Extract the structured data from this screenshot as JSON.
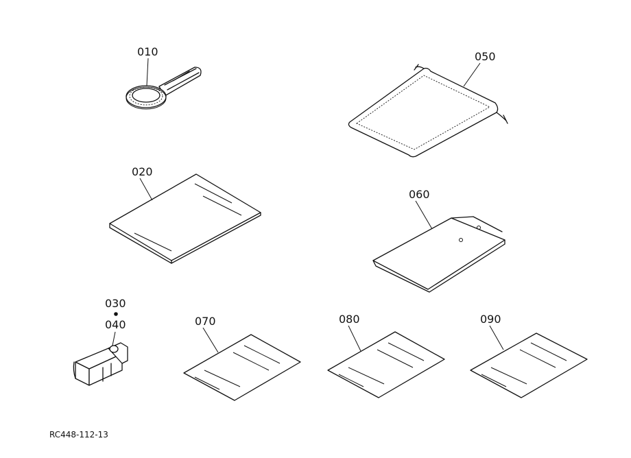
{
  "callouts": {
    "p010": "010",
    "p020": "020",
    "p030": "030",
    "p040": "040",
    "p050": "050",
    "p060": "060",
    "p070": "070",
    "p080": "080",
    "p090": "090"
  },
  "drawing_code": "RC448-112-13",
  "icons": {
    "p010": "filter-wrench-icon",
    "p020": "manual-booklet-icon",
    "p030_040": "fuse-connector-icon",
    "p050": "drawstring-bag-icon",
    "p060": "envelope-icon",
    "p070": "document-sheet-icon",
    "p080": "document-sheet-icon",
    "p090": "document-sheet-icon"
  }
}
